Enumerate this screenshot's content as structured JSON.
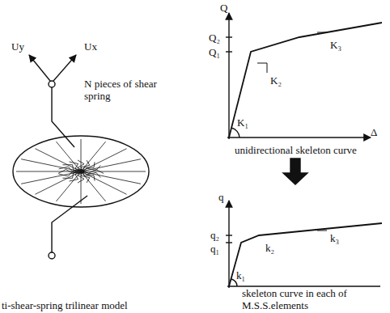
{
  "diagram": {
    "labels": [
      "Uy",
      "Ux",
      "N pieces of shear spring",
      "Q",
      "Q₂",
      "Q₁",
      "K₁",
      "K₂",
      "K₃",
      "Δ",
      "unidirectional skeleton curve",
      "q",
      "q₂",
      "q₁",
      "k₁",
      "k₂",
      "k₃",
      "skeleton curve in each of M.S.S.elements",
      "ti-shear-spring trilinear model"
    ]
  }
}
